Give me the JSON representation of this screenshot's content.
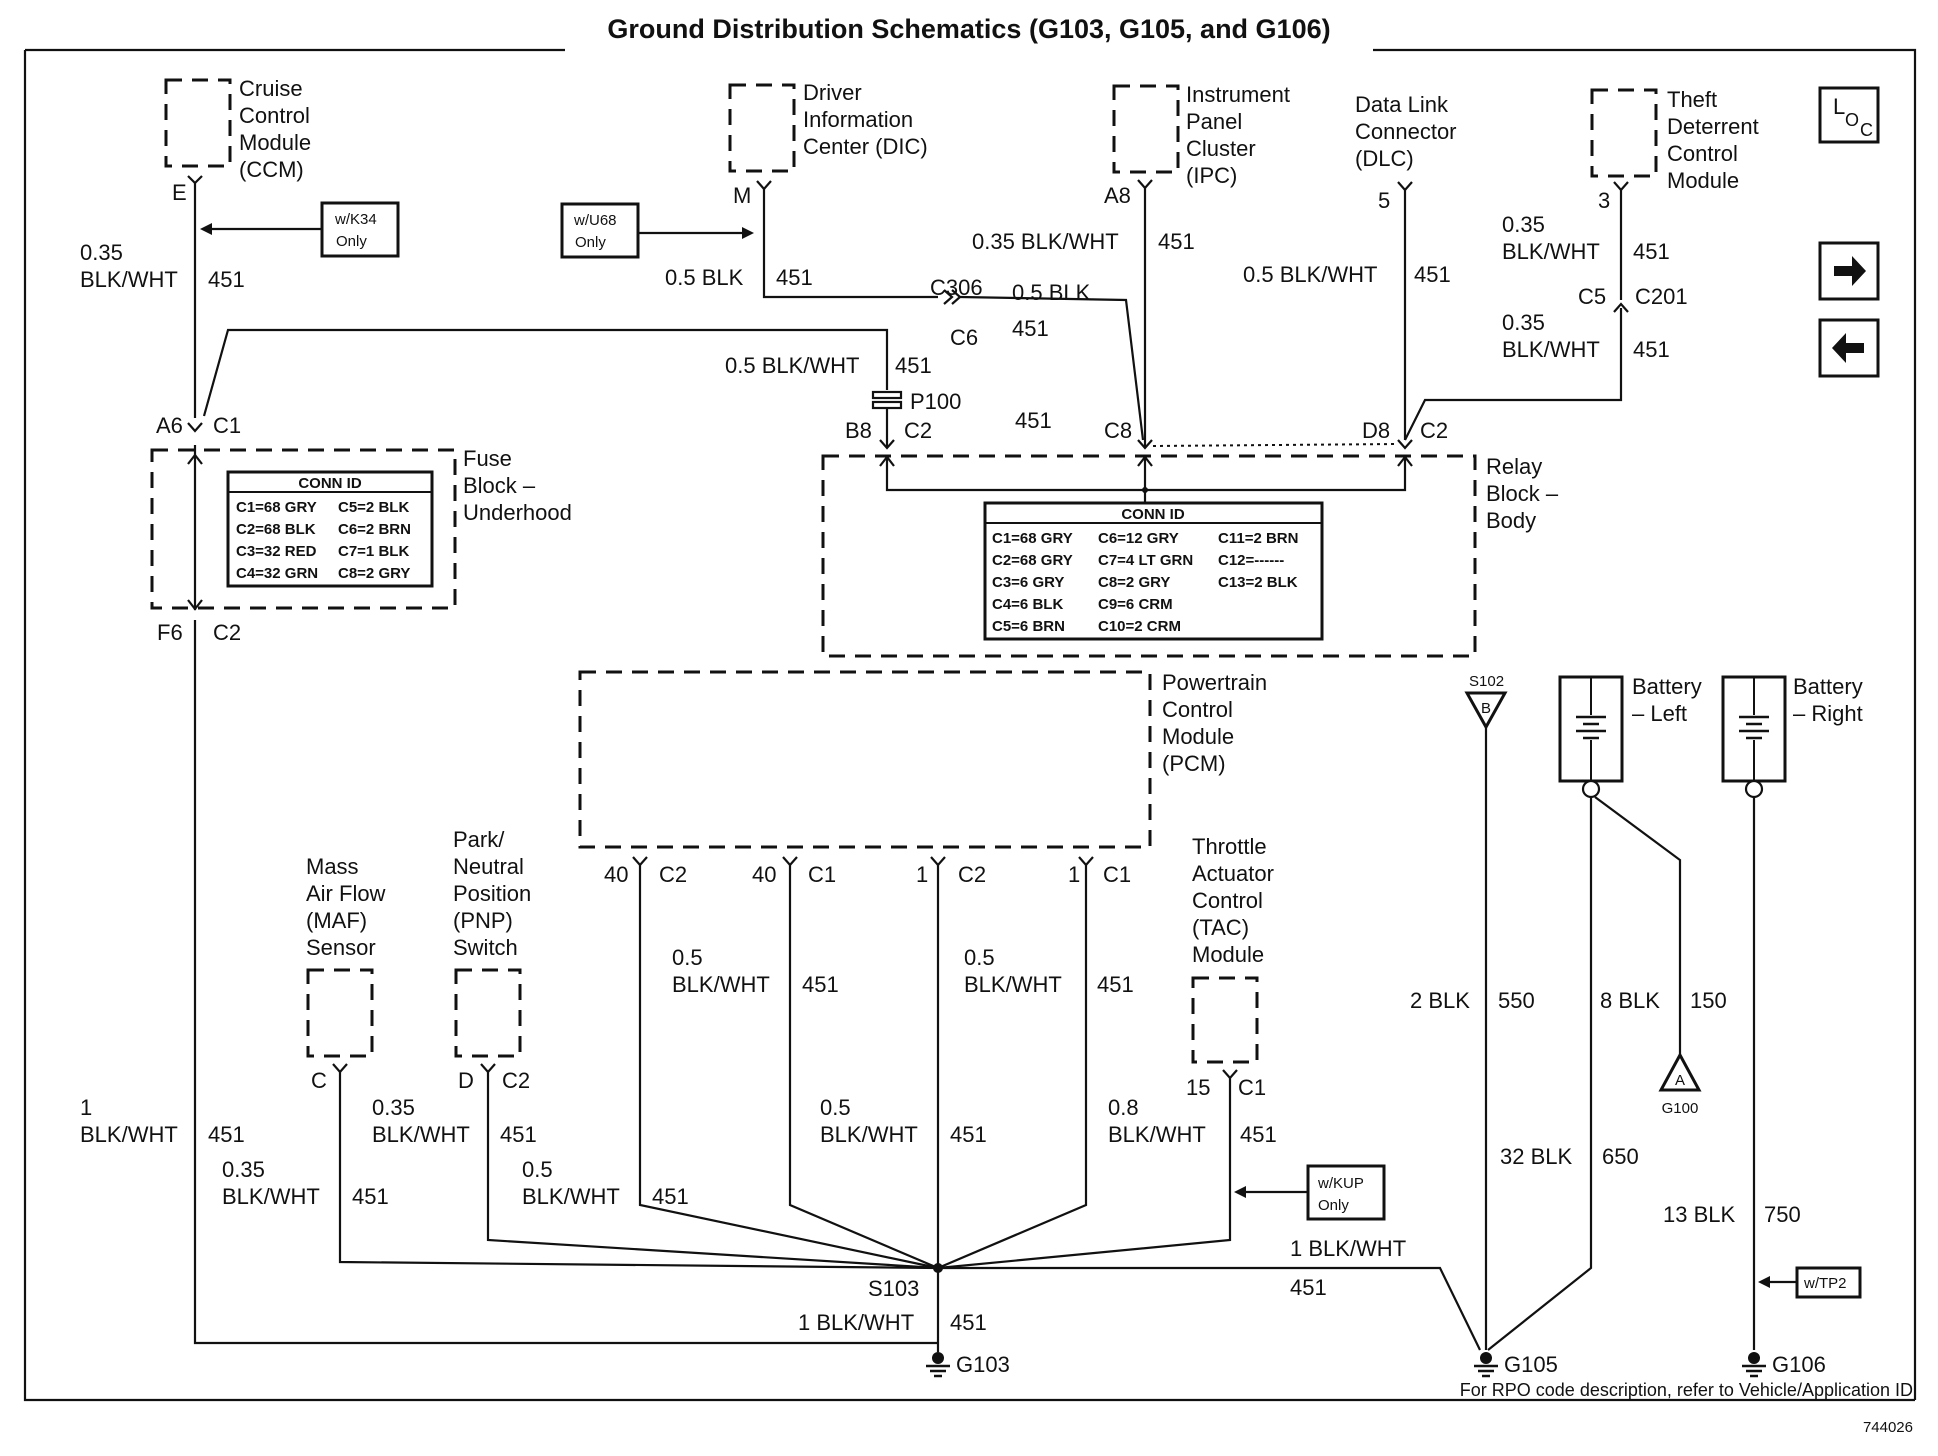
{
  "title": "Ground Distribution Schematics (G103, G105, and G106)",
  "footer": {
    "note": "For RPO code description, refer to Vehicle/Application ID",
    "code": "744026"
  },
  "nav": {
    "loc_icon": "loc-icon",
    "next_icon": "arrow-right-icon",
    "prev_icon": "arrow-left-icon",
    "loc_l": "L",
    "loc_o": "O",
    "loc_c": "C"
  },
  "components": {
    "ccm": {
      "name": [
        "Cruise",
        "Control",
        "Module",
        "(CCM)"
      ],
      "pin": "E"
    },
    "dic": {
      "name": [
        "Driver",
        "Information",
        "Center (DIC)"
      ],
      "pin": "M"
    },
    "ipc": {
      "name": [
        "Instrument",
        "Panel",
        "Cluster",
        "(IPC)"
      ],
      "pin": "A8"
    },
    "dlc": {
      "name": [
        "Data Link",
        "Connector",
        "(DLC)"
      ],
      "pin": "5"
    },
    "tdcm": {
      "name": [
        "Theft",
        "Deterrent",
        "Control",
        "Module"
      ],
      "pin": "3"
    },
    "fuse_block": {
      "name": [
        "Fuse",
        "Block –",
        "Underhood"
      ],
      "top_pin": "A6",
      "top_conn": "C1",
      "bot_pin": "F6",
      "bot_conn": "C2"
    },
    "relay_block": {
      "name": [
        "Relay",
        "Block –",
        "Body"
      ]
    },
    "pcm": {
      "name": [
        "Powertrain",
        "Control",
        "Module",
        "(PCM)"
      ]
    },
    "maf": {
      "name": [
        "Mass",
        "Air Flow",
        "(MAF)",
        "Sensor"
      ],
      "pin": "C"
    },
    "pnp": {
      "name": [
        "Park/",
        "Neutral",
        "Position",
        "(PNP)",
        "Switch"
      ],
      "pin": "D",
      "conn": "C2"
    },
    "tac": {
      "name": [
        "Throttle",
        "Actuator",
        "Control",
        "(TAC)",
        "Module"
      ],
      "pin": "15",
      "conn": "C1"
    },
    "battery_left": {
      "name": [
        "Battery",
        "– Left"
      ]
    },
    "battery_right": {
      "name": [
        "Battery",
        "– Right"
      ]
    }
  },
  "fuse_conn_id": {
    "header": "CONN ID",
    "rows": [
      [
        "C1=68 GRY",
        "C5=2 BLK"
      ],
      [
        "C2=68 BLK",
        "C6=2 BRN"
      ],
      [
        "C3=32 RED",
        "C7=1 BLK"
      ],
      [
        "C4=32 GRN",
        "C8=2 GRY"
      ]
    ]
  },
  "relay_conn_id": {
    "header": "CONN ID",
    "rows": [
      [
        "C1=68 GRY",
        "C6=12 GRY",
        "C11=2 BRN"
      ],
      [
        "C2=68 GRY",
        "C7=4 LT GRN",
        "C12=------"
      ],
      [
        "C3=6 GRY",
        "C8=2 GRY",
        "C13=2 BLK"
      ],
      [
        "C4=6 BLK",
        "C9=6 CRM",
        ""
      ],
      [
        "C5=6 BRN",
        "C10=2 CRM",
        ""
      ]
    ]
  },
  "options": {
    "k34": [
      "w/K34",
      "Only"
    ],
    "u68": [
      "w/U68",
      "Only"
    ],
    "kup": [
      "w/KUP",
      "Only"
    ],
    "tp2": "w/TP2"
  },
  "wires": {
    "ccm_gauge": "0.35",
    "ccm_color": "BLK/WHT",
    "ccm_circ": "451",
    "dic_wire": "0.5 BLK",
    "dic_circ": "451",
    "c306_conn": "C306",
    "c306_pin": "C6",
    "c306_out": "0.5 BLK",
    "c306_circ": "451",
    "p100_wire": "0.5 BLK/WHT",
    "p100_circ": "451",
    "p100": "P100",
    "b8": "B8",
    "b8_conn": "C2",
    "relay_circ": "451",
    "ipc_wire": "0.35 BLK/WHT",
    "ipc_circ": "451",
    "c8": "C8",
    "dlc_wire": "0.5 BLK/WHT",
    "dlc_circ": "451",
    "tdcm_gauge1": "0.35",
    "tdcm_color1": "BLK/WHT",
    "tdcm_circ1": "451",
    "c201_pin": "C5",
    "c201": "C201",
    "tdcm_gauge2": "0.35",
    "tdcm_color2": "BLK/WHT",
    "tdcm_circ2": "451",
    "d8": "D8",
    "d8_conn": "C2",
    "pcm_pin1": "40",
    "pcm_conn1": "C2",
    "pcm_pin2": "40",
    "pcm_conn2": "C1",
    "pcm_pin3": "1",
    "pcm_conn3": "C2",
    "pcm_pin4": "1",
    "pcm_conn4": "C1",
    "pcm_a_gauge": "0.5",
    "pcm_a_color": "BLK/WHT",
    "pcm_a_circ": "451",
    "pcm_b_gauge": "0.5",
    "pcm_b_color": "BLK/WHT",
    "pcm_b_circ": "451",
    "pcm_c_gauge": "0.5",
    "pcm_c_color": "BLK/WHT",
    "pcm_c_circ": "451",
    "fuse_gauge": "1",
    "fuse_color": "BLK/WHT",
    "fuse_circ": "451",
    "maf_gauge": "0.35",
    "maf_color": "BLK/WHT",
    "maf_circ": "451",
    "pnp_gauge": "0.35",
    "pnp_color": "BLK/WHT",
    "pnp_circ": "451",
    "pnp2_gauge": "0.5",
    "pnp2_color": "BLK/WHT",
    "pnp2_circ": "451",
    "tac_gauge": "0.8",
    "tac_color": "BLK/WHT",
    "tac_circ": "451",
    "s103": "S103",
    "g103_wire": "1 BLK/WHT",
    "g103_circ": "451",
    "g105_in_wire": "1 BLK/WHT",
    "g105_in_circ": "451",
    "s102_wire": "2 BLK",
    "s102_circ": "550",
    "bl_wire": "8 BLK",
    "bl_circ": "150",
    "bl2_wire": "32 BLK",
    "bl2_circ": "650",
    "br_wire": "13 BLK",
    "br_circ": "750"
  },
  "splices": {
    "s102": "S102",
    "s102_letter": "B",
    "g100": "G100",
    "g100_letter": "A"
  },
  "grounds": {
    "g103": "G103",
    "g105": "G105",
    "g106": "G106"
  }
}
